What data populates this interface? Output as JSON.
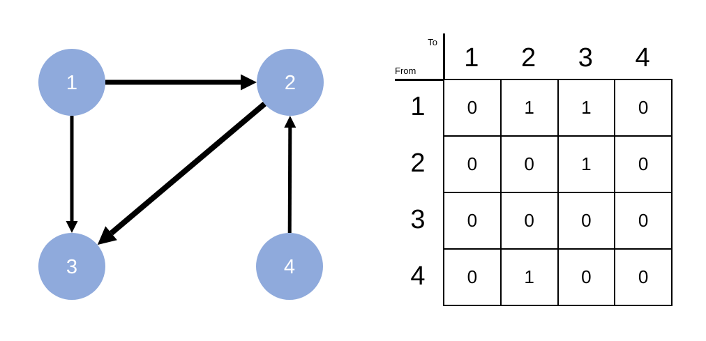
{
  "graph": {
    "node_color": "#8FAADC",
    "node_label_color": "#FFFFFF",
    "edge_color": "#000000",
    "nodes": [
      {
        "id": "1",
        "label": "1"
      },
      {
        "id": "2",
        "label": "2"
      },
      {
        "id": "3",
        "label": "3"
      },
      {
        "id": "4",
        "label": "4"
      }
    ],
    "edges": [
      {
        "from": "1",
        "to": "2"
      },
      {
        "from": "1",
        "to": "3"
      },
      {
        "from": "2",
        "to": "3"
      },
      {
        "from": "4",
        "to": "2"
      }
    ]
  },
  "matrix": {
    "to_label": "To",
    "from_label": "From",
    "col_headers": [
      "1",
      "2",
      "3",
      "4"
    ],
    "rows": [
      {
        "header": "1",
        "cells": [
          "0",
          "1",
          "1",
          "0"
        ]
      },
      {
        "header": "2",
        "cells": [
          "0",
          "0",
          "1",
          "0"
        ]
      },
      {
        "header": "3",
        "cells": [
          "0",
          "0",
          "0",
          "0"
        ]
      },
      {
        "header": "4",
        "cells": [
          "0",
          "1",
          "0",
          "0"
        ]
      }
    ]
  }
}
